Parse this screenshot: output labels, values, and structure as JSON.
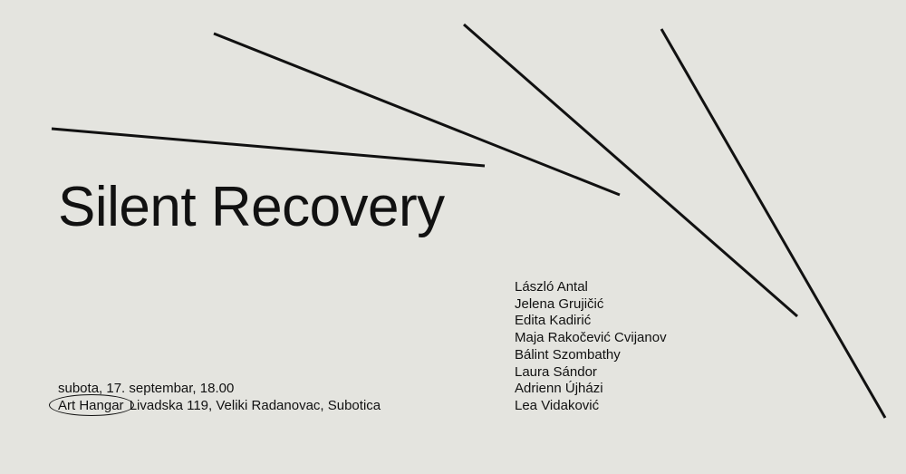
{
  "title": "Silent Recovery",
  "artists": [
    "László Antal",
    "Jelena Grujičić",
    "Edita Kadirić",
    "Maja Rakočević Cvijanov",
    "Bálint Szombathy",
    "Laura Sándor",
    "Adrienn Újházi",
    "Lea Vidaković"
  ],
  "event": {
    "date": "subota, 17. septembar, 18.00",
    "venue": "Art Hangar",
    "address": "Livadska 119, Veliki Radanovac, Subotica"
  },
  "colors": {
    "background": "#e4e4df",
    "ink": "#111111"
  }
}
